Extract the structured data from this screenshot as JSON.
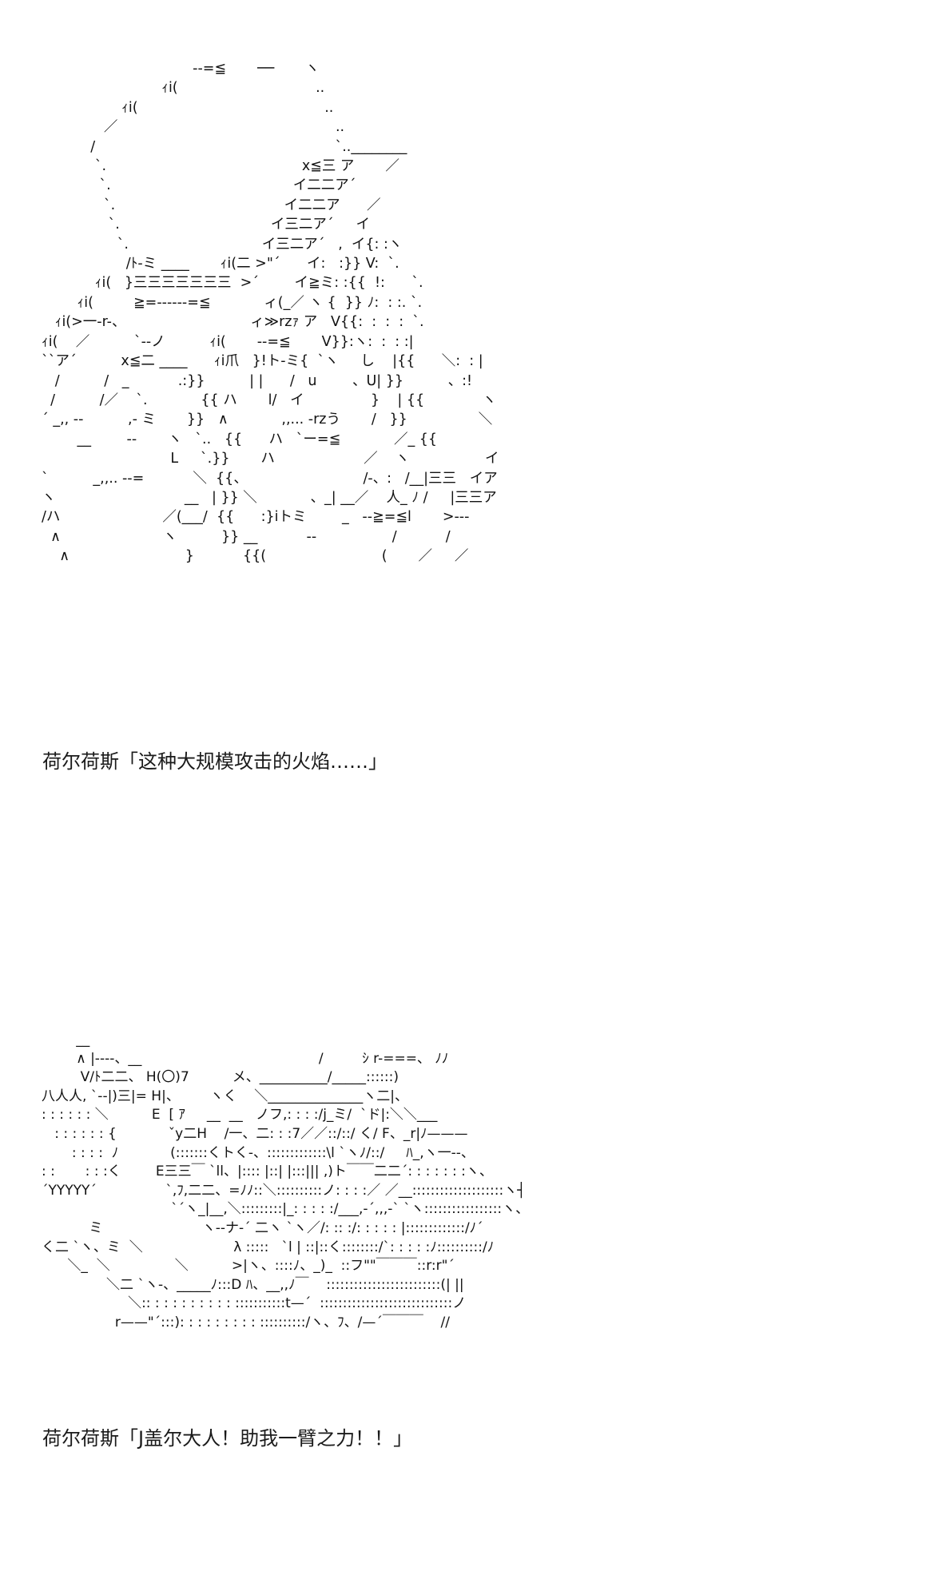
{
  "art_blocks": [
    {
      "lines": [
        "                                  --=≦       ──       ヽ",
        "                           ｨi(                               ..",
        "                  ｨi(                                          ..",
        "              ／                                                 ..",
        "           /                                                      `..________",
        "            `.                                            x≦三 ア       ／",
        "             `.                                         イ二二ア´",
        "              `.                                      イ二二ア      ／",
        "               `.                                  イ三二ア´     イ",
        "                 `.                              イ三二ア´   ,  イ{: :ヽ",
        "                   /ﾄ-ミ ____       ｨi(二 >\"´      イ:   :}} V:  `.",
        "            ｨi(   }三三三三三三三  >´        イ≧ミ: :{{  !:      `.",
        "        ｨi(         ≧=------=≦            ィ(_／ ヽ {  }} ﾉ:  : :. `.",
        "   ｨi(>一-r-、                            ィ≫rzｧ ア   V{{:  :  :  :  `.",
        "ｨi(    ／          `--ノ          ｨi(       --=≦       V}}:ヽ:  :  : :|",
        "``ア´          x≦二 ____      ｨi爪   }!ト-ミ{  `ヽ     し    |{{      ＼:  : |",
        "   /          /   _           .:}}          | |      /   u        、U| }}          、:!",
        "  /          /／    `.            {{ ハ       l/   イ               }    | {{             ヽ",
        "´ _,, --          ,- ミ       }}   ∧            ,,... ‐rzう       /   }}                ＼",
        "        __        --       ヽ   `..   {{      ハ   `ー=≦            ／_ {{",
        "                             L     `.}}       ハ                    ／    ヽ                 イ",
        "`          _,,.. --=           ＼  {{、                          /‐、:   /__|三三   イア",
        "ヽ                             __   | }} ＼            、_| __／    人_ ﾉ /     |三三ア",
        "/ハ                       ／(___/  {{      :}iトミ        _   --≧=≦l       >---",
        "  ∧                       ヽ          }} __           --                 /           /",
        "    ∧                          }           {{(                          (       ／     ／"
      ]
    },
    {
      "lines": [
        "        __",
        "        ∧ |‐‐‐-、__                                         /         ｼ r-===、 ﾉﾉ",
        "         V/ﾄ二二、 H(〇)7          メ、__________/_____::::::)",
        "八人人, `‐‐|)三|= H|、       ヽく    ＼______________ヽ二|、",
        ": : : : : : ＼          E  [ ｱ     __  __   ノフ,: : : :/j_ミ/  `ド|:＼＼___",
        "   : : : : : : {            ˇy二H    /一、二: : :7／／::/::/ く/ F、_r|ﾉ———",
        "       : : : :  ﾉ            (:::::::くトく‐、:::::::::::::\\l `ヽﾉ/::/     ﾊ_,ヽ一‐-、",
        ": :       : : :く        E三三￣ `ll、|:::: |::| |:::||| ,)ト￣￣二二´: : : : : : :ヽ、",
        "´YYYYY´                `,ﾌ,二二、=ﾉﾉ::＼::::::::::ノ: : : :／ ／__::::::::::::::::::::ヽ┤",
        "                              `´ヽ_|__,＼:::::::::|_: : : : :/___,‐´,,,‐` `ヽ:::::::::::::::::ヽ、",
        "           ミ                       ヽ‐‐ナ-´ 二ヽ `ヽ／/: :: :/: : : : : |:::::::::::::/ﾉ´",
        "く二 `ヽ、ミ  ＼                     λ :::::   `l | ::|::く::::::::/`: : : : :ﾉ::::::::::/ﾉ",
        "      ＼_  ＼               ＼          >|ヽ、::::ﾉ、_)_  ::フ\"\"￣￣￣::r:r\"´",
        "               ＼二 `ヽ‐、_____ﾉ:::D ﾊ、__,,ﾉ￣    :::::::::::::::::::::::::(| ||",
        "                    ＼:: : : : : : : : : : :::::::::::t—´  :::::::::::::::::::::::::::::ノ",
        "                 r——\"´:::): : : : : : : : : ::::::::::/ヽ、ﾌ、/—´￣￣￣    //"
      ]
    }
  ],
  "captions": [
    "荷尔荷斯「这种大规模攻击的火焰……」",
    "荷尔荷斯「J盖尔大人！助我一臂之力！！」"
  ]
}
